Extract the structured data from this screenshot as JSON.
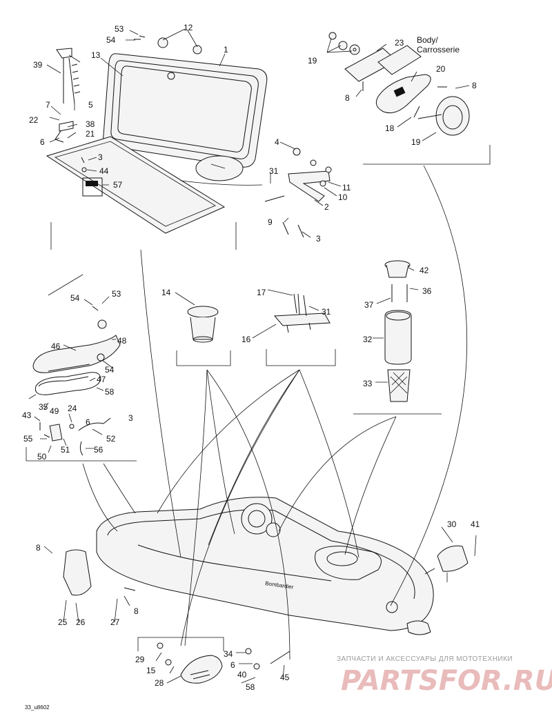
{
  "diagram": {
    "code": "33_u8602",
    "callouts": {
      "c53a": "53",
      "c54a": "54",
      "c12": "12",
      "c1": "1",
      "c13": "13",
      "c39": "39",
      "c5": "5",
      "c7": "7",
      "c22": "22",
      "c38": "38",
      "c21": "21",
      "c6a": "6",
      "c3a": "3",
      "c44": "44",
      "c57": "57",
      "c23": "23",
      "c19a": "19",
      "c8a": "8",
      "c20": "20",
      "c8b": "8",
      "c18": "18",
      "c19b": "19",
      "c4": "4",
      "c31a": "31",
      "c11": "11",
      "c10": "10",
      "c2": "2",
      "c9": "9",
      "c3b": "3",
      "c42": "42",
      "c36": "36",
      "c37": "37",
      "c32": "32",
      "c33": "33",
      "c14": "14",
      "c17": "17",
      "c31b": "31",
      "c16": "16",
      "c54b": "54",
      "c53b": "53",
      "c46": "46",
      "c48": "48",
      "c54c": "54",
      "c47": "47",
      "c58a": "58",
      "c35": "35",
      "c49": "49",
      "c43": "43",
      "c24": "24",
      "c6b": "6",
      "c3c": "3",
      "c55": "55",
      "c51": "51",
      "c52": "52",
      "c50": "50",
      "c56": "56",
      "c30": "30",
      "c41": "41",
      "c8c": "8",
      "c25": "25",
      "c26": "26",
      "c27": "27",
      "c8d": "8",
      "c29": "29",
      "c15": "15",
      "c28": "28",
      "c34": "34",
      "c6c": "6",
      "c40": "40",
      "c58b": "58",
      "c45": "45"
    },
    "body_label_line1": "Body/",
    "body_label_line2": "Carrosserie",
    "hull_brand": "Bombardier"
  },
  "watermark": {
    "tagline": "ЗАПЧАСТИ И АКСЕССУАРЫ ДЛЯ МОТОТЕХНИКИ",
    "brand": "PARTSFOR.RU",
    "color": "#e2a5a5"
  }
}
